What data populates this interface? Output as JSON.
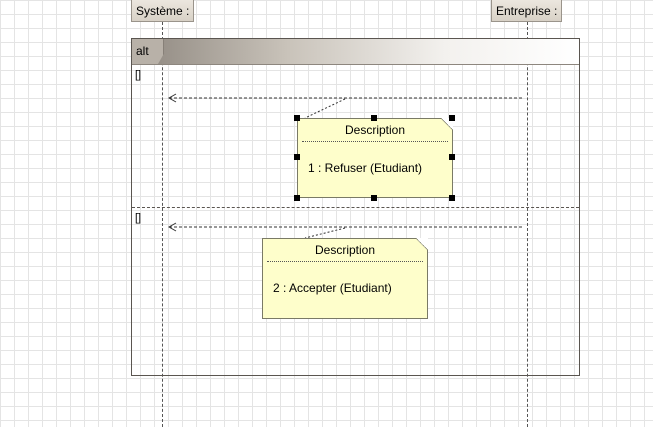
{
  "lifelines": [
    {
      "name": "Système :"
    },
    {
      "name": "Entreprise :"
    }
  ],
  "fragment": {
    "operator": "alt",
    "operands": [
      {
        "guard": "[]",
        "note": {
          "title": "Description",
          "body": "1 : Refuser (Etudiant)",
          "selected": true
        }
      },
      {
        "guard": "[]",
        "note": {
          "title": "Description",
          "body": "2 : Accepter (Etudiant)",
          "selected": false
        }
      }
    ]
  }
}
